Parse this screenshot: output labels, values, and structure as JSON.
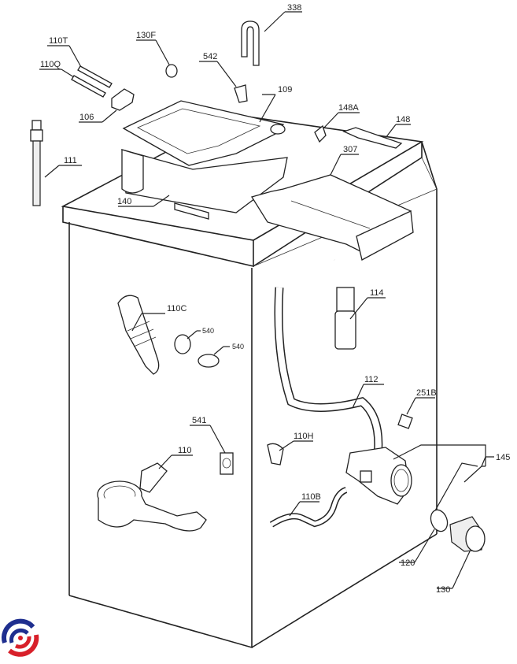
{
  "diagram": {
    "title": "Washing machine exploded parts view",
    "logo": "brand-logo",
    "brand_colors": {
      "blue": "#1f2f8f",
      "red": "#d8202a"
    },
    "parts": [
      {
        "id": "338",
        "label": "338",
        "name": "hose-connector"
      },
      {
        "id": "110T",
        "label": "110T",
        "name": "tube"
      },
      {
        "id": "130F",
        "label": "130F",
        "name": "cap"
      },
      {
        "id": "542",
        "label": "542",
        "name": "clip"
      },
      {
        "id": "110Q",
        "label": "110Q",
        "name": "tube"
      },
      {
        "id": "109",
        "label": "109",
        "name": "dispenser-cover"
      },
      {
        "id": "148A",
        "label": "148A",
        "name": "bracket"
      },
      {
        "id": "148",
        "label": "148",
        "name": "bracket"
      },
      {
        "id": "106",
        "label": "106",
        "name": "valve-connector"
      },
      {
        "id": "307",
        "label": "307",
        "name": "detergent-drawer"
      },
      {
        "id": "111",
        "label": "111",
        "name": "threaded-rod"
      },
      {
        "id": "140",
        "label": "140",
        "name": "dispenser-housing"
      },
      {
        "id": "114",
        "label": "114",
        "name": "pressure-chamber"
      },
      {
        "id": "110C",
        "label": "110C",
        "name": "bellows-hose"
      },
      {
        "id": "540a",
        "label": "540",
        "name": "hose-clamp"
      },
      {
        "id": "540b",
        "label": "540",
        "name": "hose-clamp"
      },
      {
        "id": "112",
        "label": "112",
        "name": "drain-hose"
      },
      {
        "id": "251B",
        "label": "251B",
        "name": "gasket"
      },
      {
        "id": "541",
        "label": "541",
        "name": "bracket"
      },
      {
        "id": "110H",
        "label": "110H",
        "name": "hose"
      },
      {
        "id": "110",
        "label": "110",
        "name": "sump-hose"
      },
      {
        "id": "145",
        "label": "145",
        "name": "pump-assembly"
      },
      {
        "id": "110B",
        "label": "110B",
        "name": "hose"
      },
      {
        "id": "120",
        "label": "120",
        "name": "seal-ring"
      },
      {
        "id": "130",
        "label": "130",
        "name": "pump-filter"
      }
    ]
  }
}
